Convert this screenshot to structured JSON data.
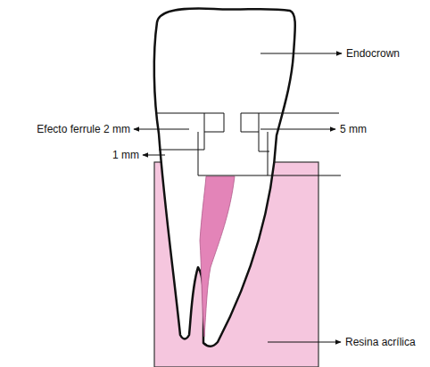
{
  "diagram": {
    "labels": [
      "Endocrown",
      "Efecto ferrule 2 mm",
      "1 mm",
      "5 mm",
      "Resina acrílica"
    ]
  }
}
